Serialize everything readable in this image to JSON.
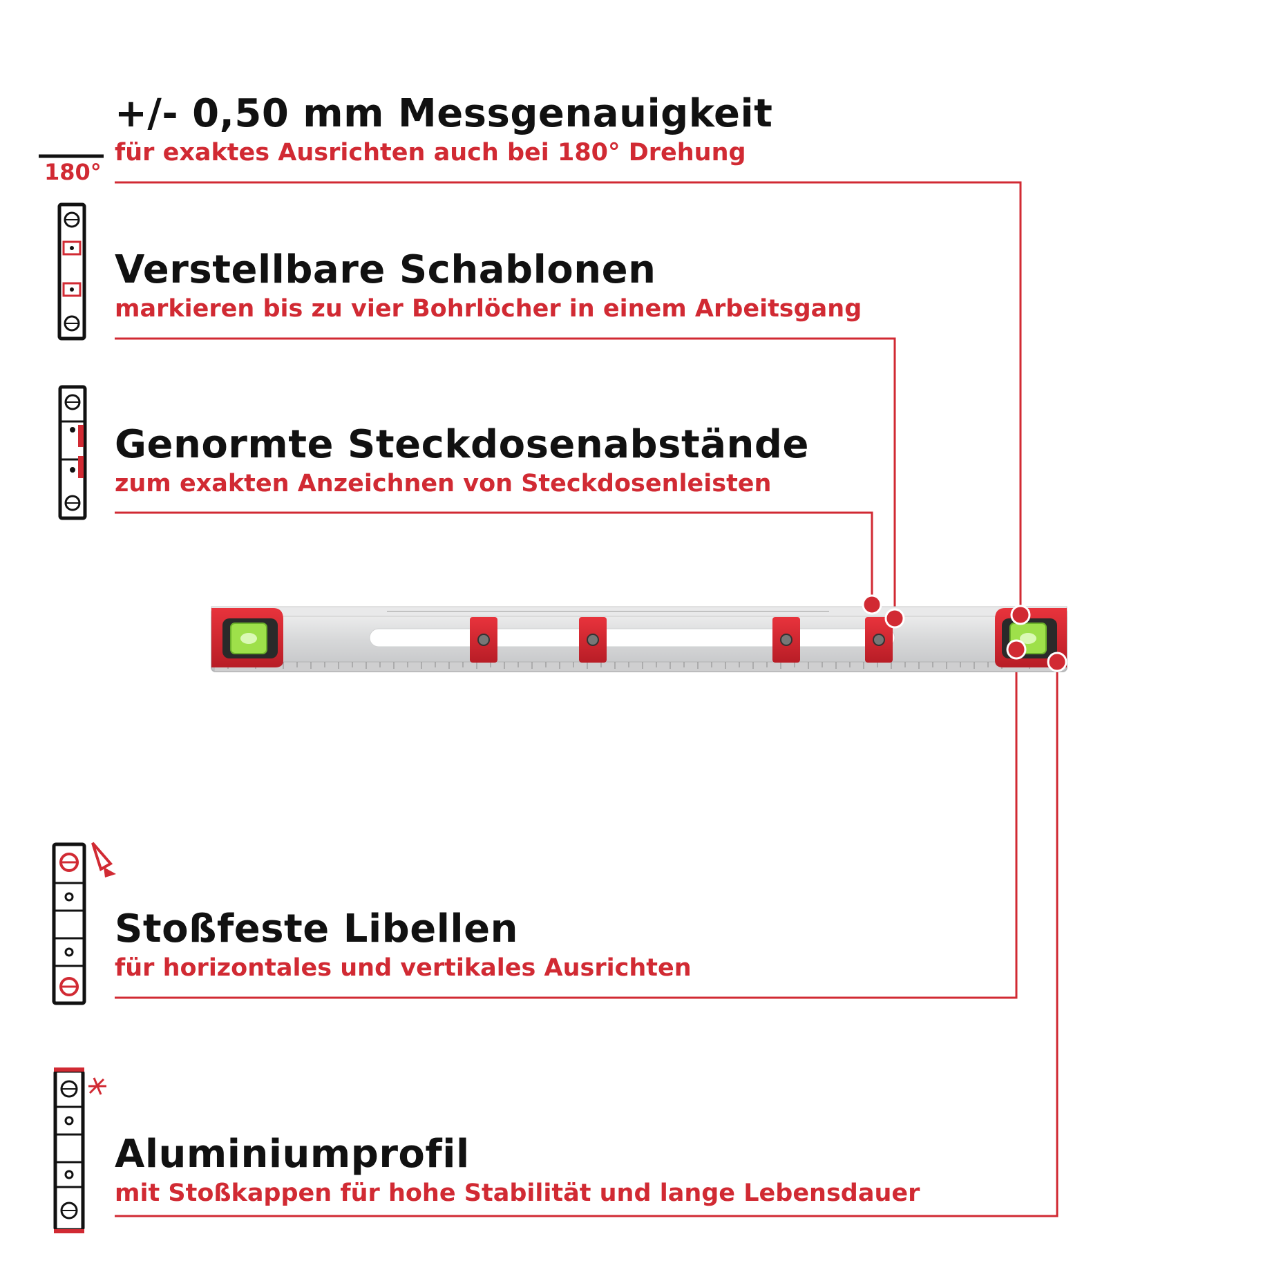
{
  "features": [
    {
      "id": "accuracy",
      "title": "+/- 0,50 mm Messgenauigkeit",
      "subtitle": "für exaktes Ausrichten auch bei 180° Drehung",
      "icon": "rotation-180-icon",
      "icon_label": "180°"
    },
    {
      "id": "templates",
      "title": "Verstellbare Schablonen",
      "subtitle": "markieren bis zu vier Bohrlöcher in einem Arbeitsgang",
      "icon": "adjustable-template-level-icon"
    },
    {
      "id": "socket",
      "title": "Genormte Steckdosenabstände",
      "subtitle": "zum exakten Anzeichnen von Steckdosenleisten",
      "icon": "socket-spacing-level-icon"
    },
    {
      "id": "vials",
      "title": "Stoßfeste Libellen",
      "subtitle": "für horizontales und vertikales Ausrichten",
      "icon": "shockproof-vial-level-icon"
    },
    {
      "id": "aluminium",
      "title": "Aluminiumprofil",
      "subtitle": "mit Stoßkappen für hohe Stabilität und lange Lebensdauer",
      "icon": "aluminium-profile-level-icon"
    }
  ],
  "colors": {
    "accent": "#d12a33",
    "text": "#111111",
    "aluminium": "#d9dadb",
    "vial": "#9ee04a"
  }
}
